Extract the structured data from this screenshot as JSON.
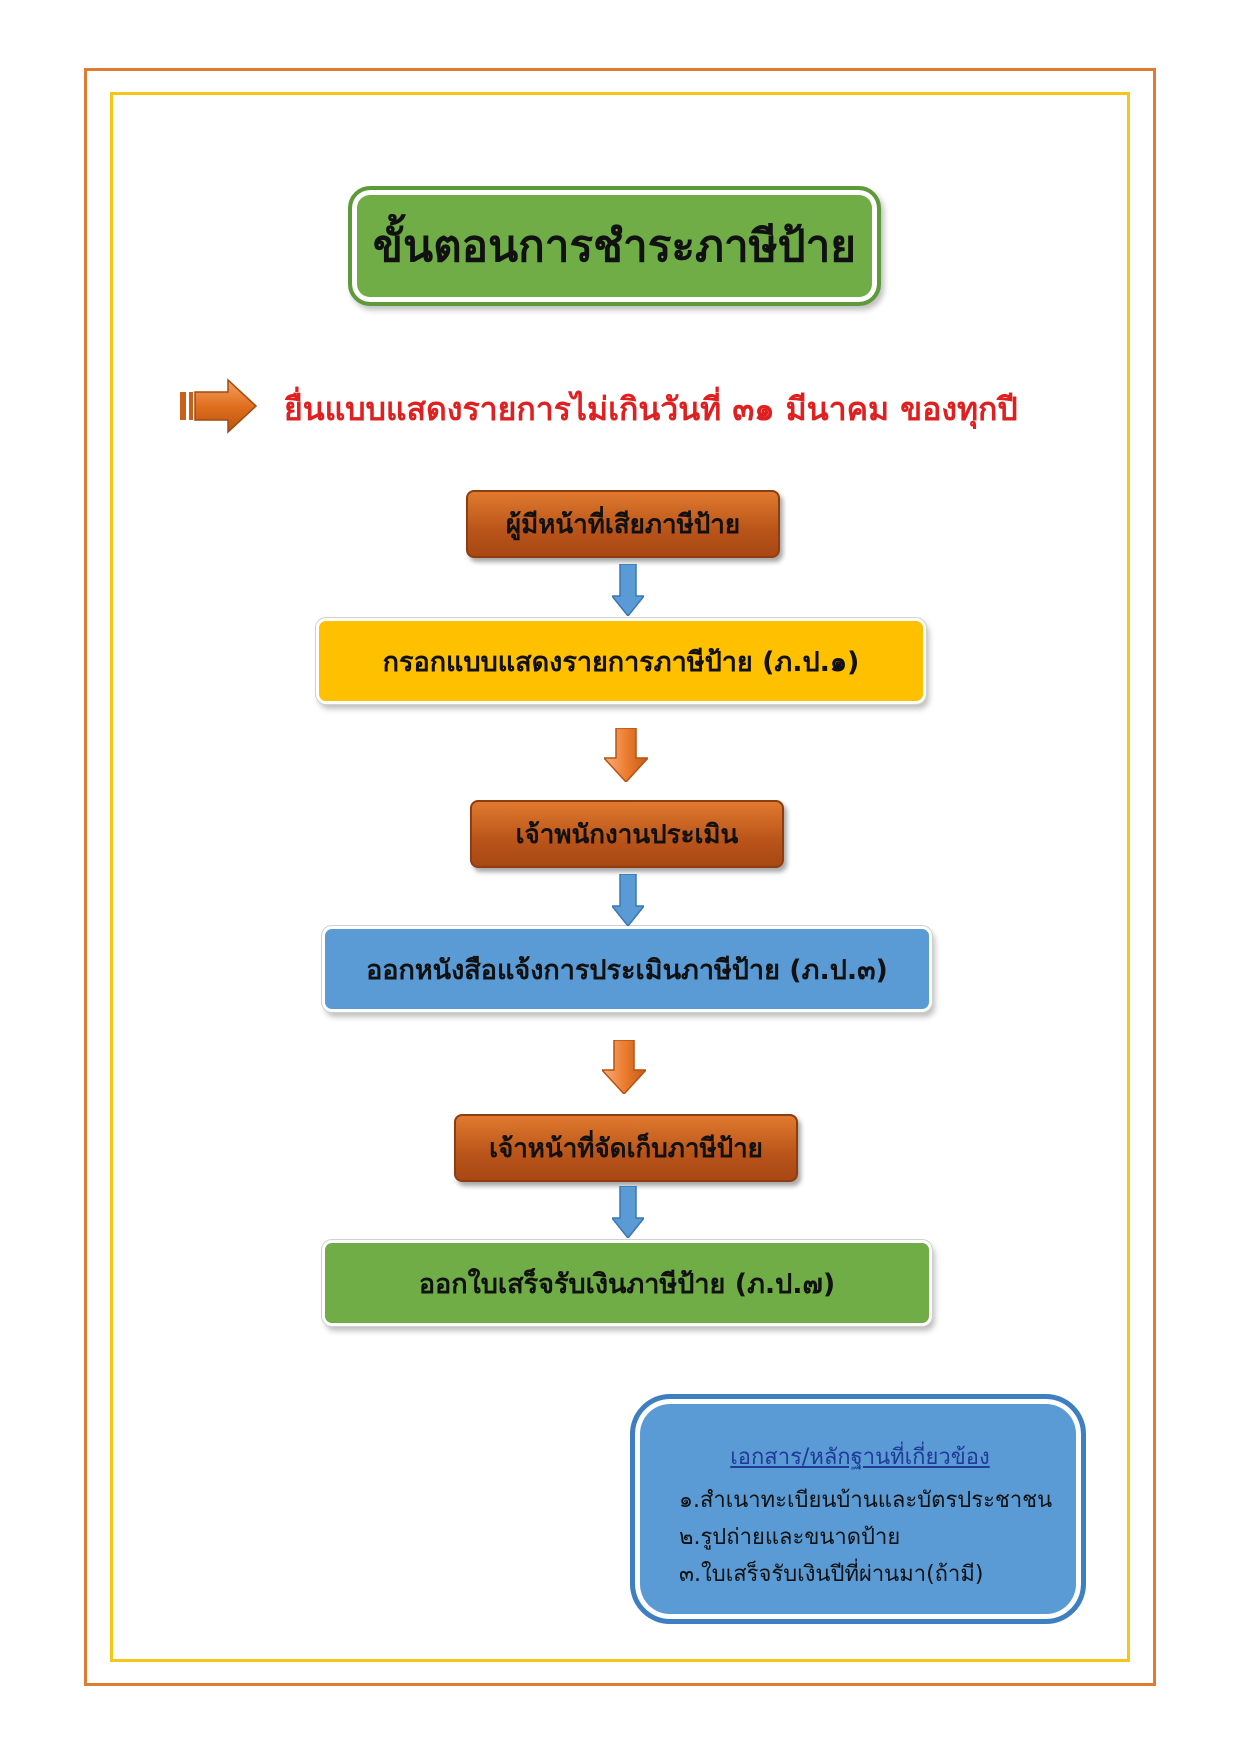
{
  "title": "ขั้นตอนการชำระภาษีป้าย",
  "deadline": "ยื่นแบบแสดงรายการไม่เกินวันที่ ๓๑ มีนาคม ของทุกปี",
  "steps": [
    {
      "label": "ผู้มีหน้าที่เสียภาษีป้าย",
      "style": "brown"
    },
    {
      "label": "กรอกแบบแสดงรายการภาษีป้าย (ภ.ป.๑)",
      "style": "yellow"
    },
    {
      "label": "เจ้าพนักงานประเมิน",
      "style": "brown"
    },
    {
      "label": "ออกหนังสือแจ้งการประเมินภาษีป้าย (ภ.ป.๓)",
      "style": "blue"
    },
    {
      "label": "เจ้าหน้าที่จัดเก็บภาษีป้าย",
      "style": "brown"
    },
    {
      "label": "ออกใบเสร็จรับเงินภาษีป้าย (ภ.ป.๗)",
      "style": "green"
    }
  ],
  "documents": {
    "heading": "เอกสาร/หลักฐานที่เกี่ยวข้อง",
    "items": [
      "๑.สำเนาทะเบียนบ้านและบัตรประชาชน",
      "๒.รูปถ่ายและขนาดป้าย",
      "๓.ใบเสร็จรับเงินปีที่ผ่านมา(ถ้ามี)"
    ]
  },
  "colors": {
    "border_outer": "#e07b33",
    "border_inner": "#f5c518",
    "title_bg": "#70ad47",
    "deadline_text": "#e02020",
    "brown_box": "#c55a11",
    "yellow_box": "#ffc000",
    "blue_box": "#5b9bd5",
    "green_box": "#70ad47",
    "arrow_blue": "#5b9bd5",
    "arrow_orange": "#ed7d31"
  }
}
